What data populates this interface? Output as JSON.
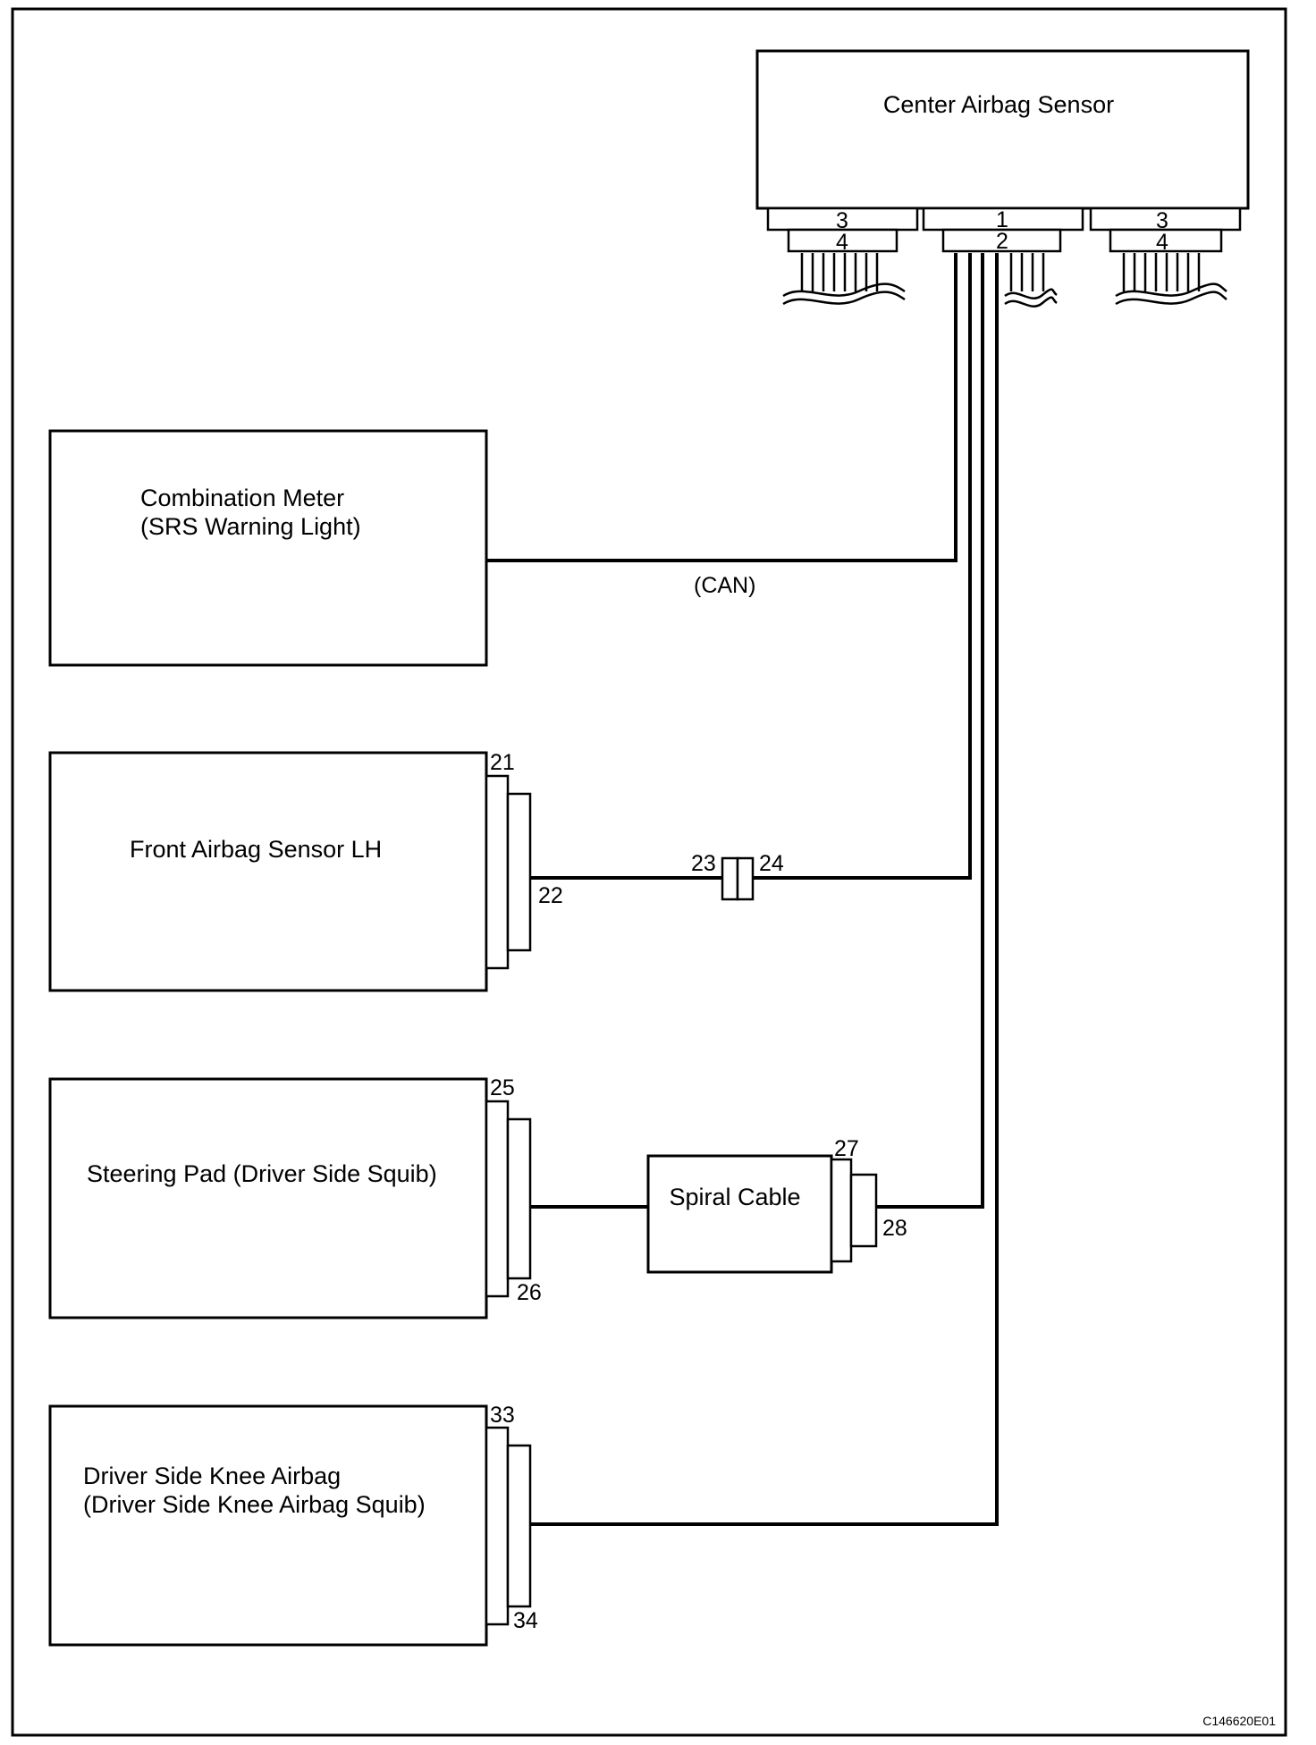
{
  "figure_code": "C146620E01",
  "components": {
    "center_airbag_sensor": "Center Airbag Sensor",
    "combination_meter": {
      "line1": "Combination Meter",
      "line2": "(SRS Warning Light)"
    },
    "front_airbag_sensor_lh": "Front Airbag Sensor LH",
    "steering_pad": "Steering Pad (Driver Side Squib)",
    "spiral_cable": "Spiral Cable",
    "knee_airbag": {
      "line1": "Driver Side Knee Airbag",
      "line2": "(Driver Side Knee Airbag Squib)"
    }
  },
  "wire_labels": {
    "can": "(CAN)"
  },
  "pins": {
    "center_left_upper": "3",
    "center_left_lower": "4",
    "center_mid_upper": "1",
    "center_mid_lower": "2",
    "center_right_upper": "3",
    "center_right_lower": "4",
    "front_sensor_upper": "21",
    "front_sensor_lower": "22",
    "junction_left": "23",
    "junction_right": "24",
    "steering_upper": "25",
    "steering_lower": "26",
    "spiral_upper": "27",
    "spiral_lower": "28",
    "knee_upper": "33",
    "knee_lower": "34"
  },
  "colors": {
    "line": "#000000",
    "background": "#ffffff"
  }
}
